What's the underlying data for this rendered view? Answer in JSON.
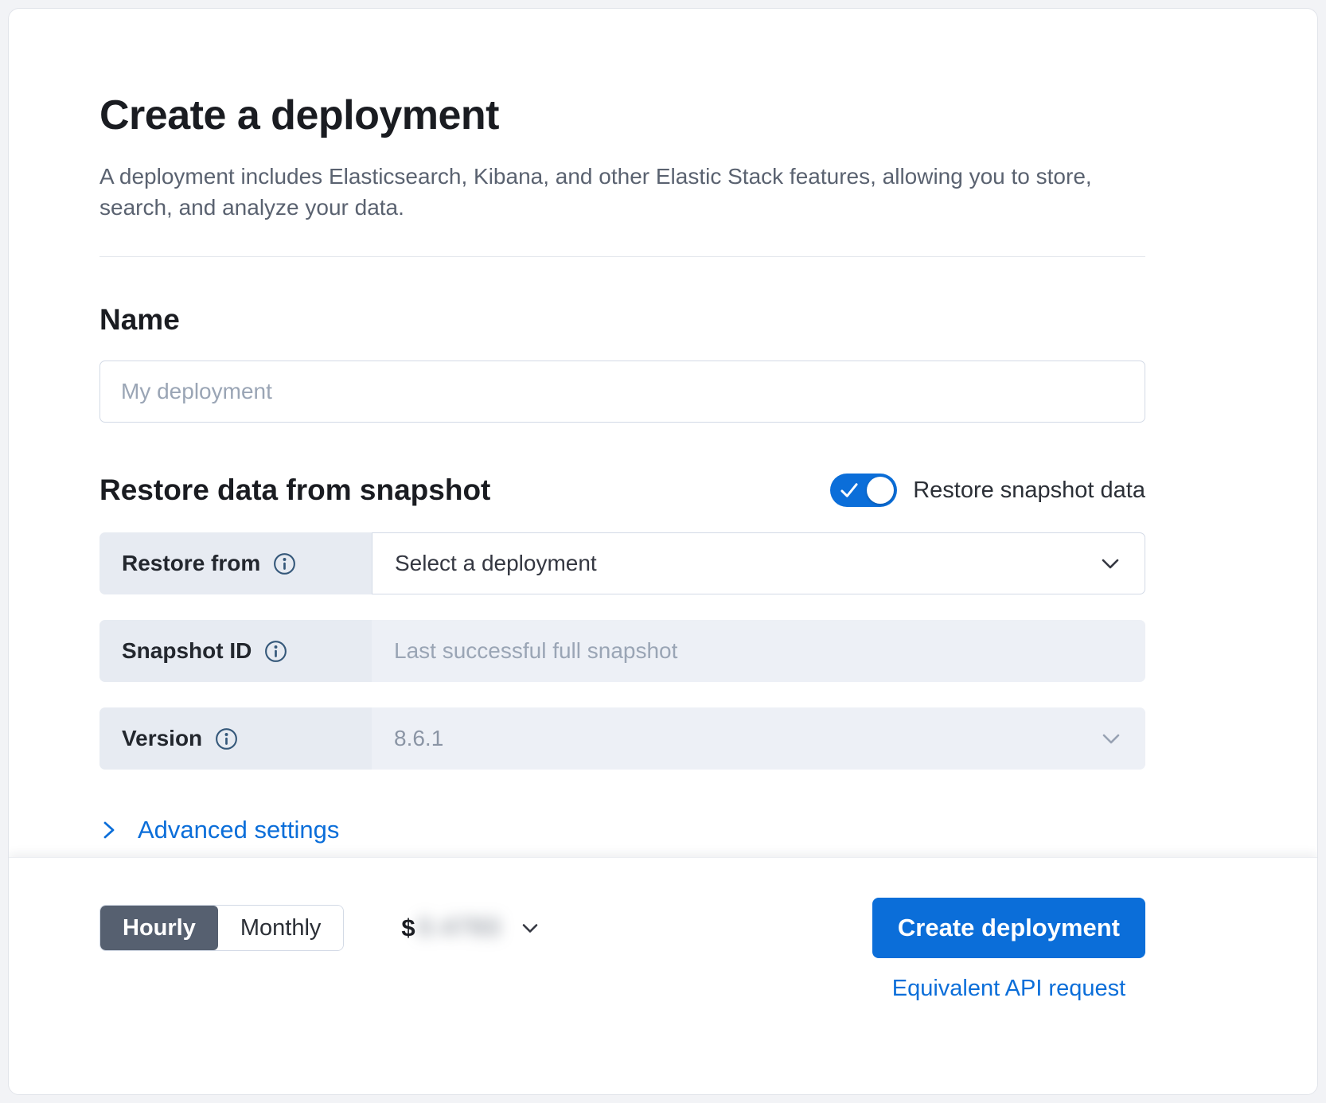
{
  "header": {
    "title": "Create a deployment",
    "subtitle": "A deployment includes Elasticsearch, Kibana, and other Elastic Stack features, allowing you to store, search, and analyze your data."
  },
  "name_section": {
    "heading": "Name",
    "input_value": "",
    "input_placeholder": "My deployment"
  },
  "restore_section": {
    "heading": "Restore data from snapshot",
    "toggle_label": "Restore snapshot data",
    "toggle_on": true,
    "rows": [
      {
        "label": "Restore from",
        "value": "Select a deployment",
        "type": "select"
      },
      {
        "label": "Snapshot ID",
        "value": "Last successful full snapshot",
        "type": "input-disabled"
      },
      {
        "label": "Version",
        "value": "8.6.1",
        "type": "select-disabled"
      }
    ]
  },
  "advanced": {
    "label": "Advanced settings"
  },
  "footer": {
    "billing_options": [
      {
        "label": "Hourly",
        "selected": true
      },
      {
        "label": "Monthly",
        "selected": false
      }
    ],
    "price": {
      "currency": "$",
      "amount_blurred": "0.4793"
    },
    "create_button_label": "Create deployment",
    "api_link_label": "Equivalent API request"
  },
  "icons": {
    "info": "info-in-circle-icon",
    "chevron_down": "chevron-down-icon",
    "chevron_right": "chevron-right-icon",
    "check": "check-icon"
  },
  "colors": {
    "primary": "#0b6ed9",
    "link": "#0b6ed9",
    "toggle_on": "#0b6ed9",
    "label_cell_bg": "#e7ebf2",
    "disabled_bg": "#edf0f6"
  }
}
